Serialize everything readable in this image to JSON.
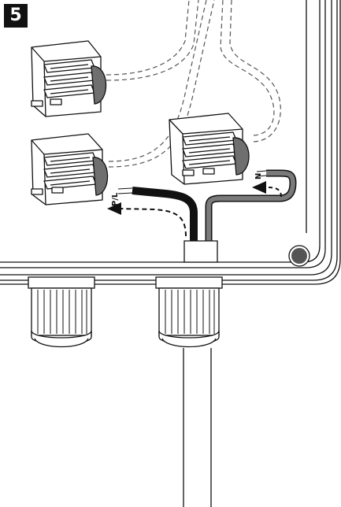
{
  "step": {
    "number": "5"
  },
  "labels": {
    "phase": "P/L",
    "neutral": "N"
  },
  "colors": {
    "phase_wire": "#111111",
    "neutral_wire": "#7a7a7a",
    "outline": "#111111",
    "lever_shade": "#6f6f6f",
    "background": "#ffffff"
  },
  "icons": {
    "phase_arrow": "arrow-left-dashed-icon",
    "neutral_arrow": "arrow-up-left-dashed-icon",
    "enclosure_screw": "screw-icon"
  }
}
